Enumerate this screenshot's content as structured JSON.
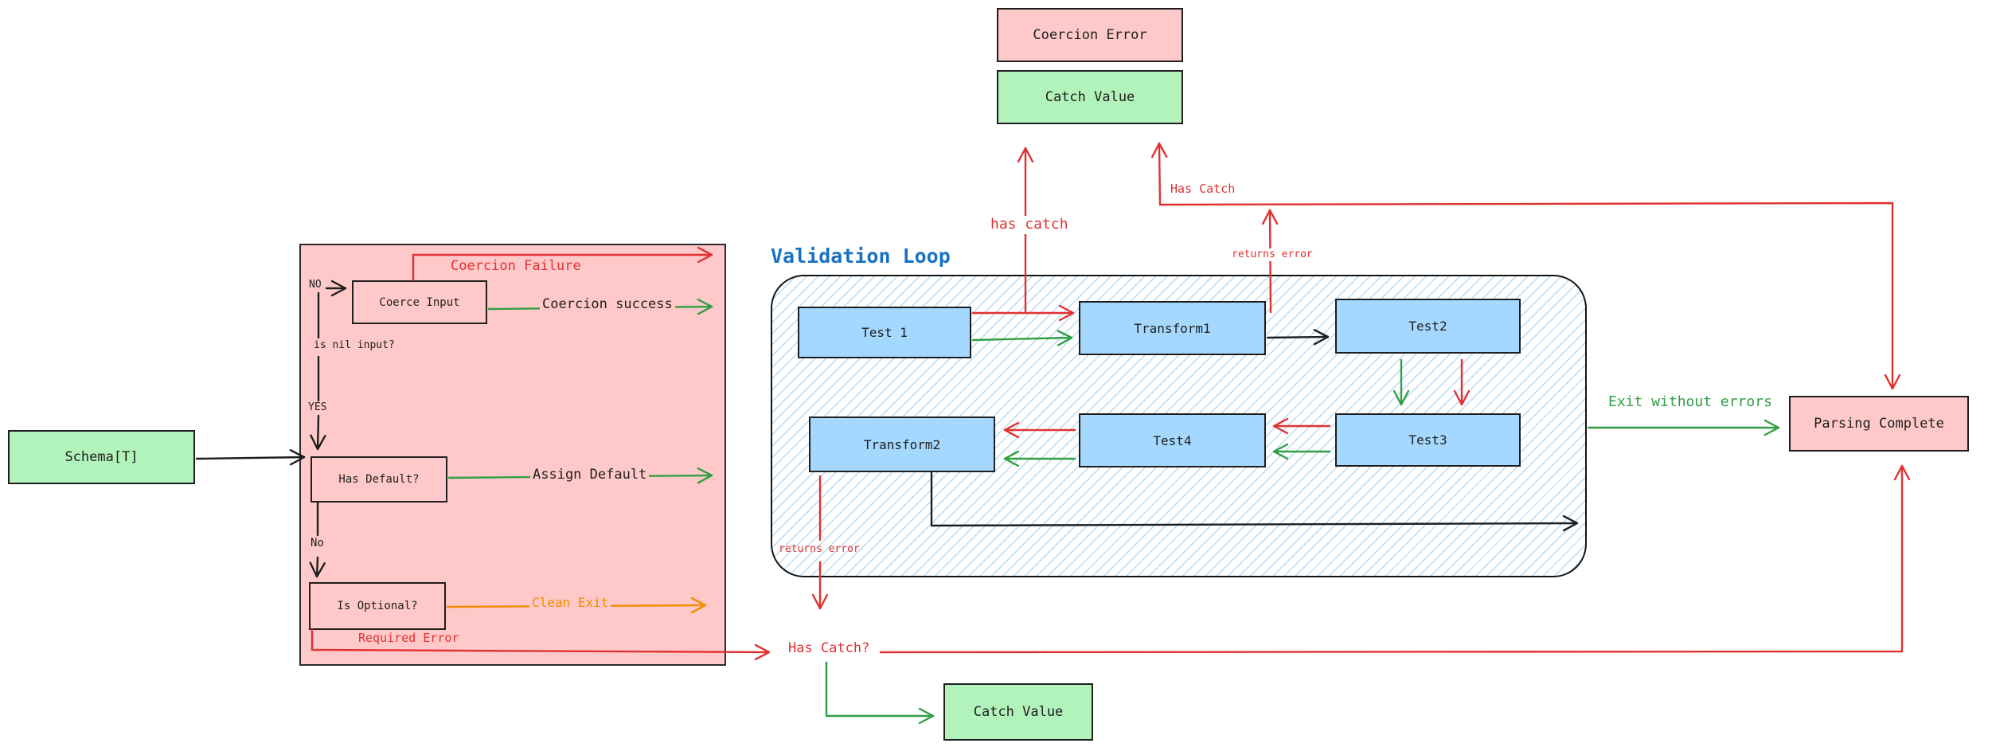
{
  "nodes": {
    "coercion_error": "Coercion Error",
    "catch_value_top": "Catch Value",
    "schema": "Schema[T]",
    "coerce_input": "Coerce Input",
    "has_default": "Has Default?",
    "is_optional": "Is Optional?",
    "test1": "Test 1",
    "transform1": "Transform1",
    "test2": "Test2",
    "test3": "Test3",
    "test4": "Test4",
    "transform2": "Transform2",
    "parsing_complete": "Parsing Complete",
    "catch_value_bottom": "Catch Value"
  },
  "labels": {
    "validation_loop_title": "Validation Loop",
    "coercion_failure": "Coercion Failure",
    "coercion_success": "Coercion success",
    "no_top": "NO",
    "is_nil_input": "is nil input?",
    "yes": "YES",
    "assign_default": "Assign Default",
    "no_mid": "No",
    "clean_exit": "Clean Exit",
    "required_error": "Required Error",
    "has_catch_question": "Has Catch?",
    "has_catch_lower": "has catch",
    "has_catch_top": "Has Catch",
    "returns_error_top": "returns error",
    "returns_error_bottom": "returns error",
    "exit_without_errors": "Exit without errors"
  },
  "colors": {
    "stroke": "#1e1e1e",
    "red": "#e03131",
    "green": "#2f9e44",
    "orange": "#f08c00",
    "blue_title": "#1971c2",
    "node_pink": "#ffc9c9",
    "node_green": "#b2f2bb",
    "node_blue": "#a5d8ff",
    "hatch_blue": "#a5d8ff"
  }
}
